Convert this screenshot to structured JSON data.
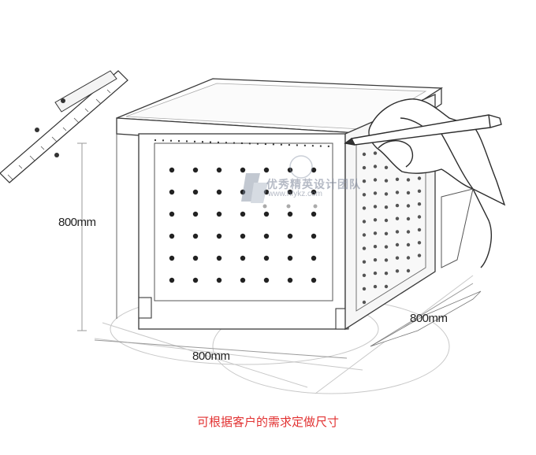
{
  "dimensions": {
    "height": "800mm",
    "depth": "800mm",
    "width": "800mm"
  },
  "watermark": {
    "text": "优秀精英设计团队",
    "url": "www.hfykz.com"
  },
  "caption": "可根据客户的需求定做尺寸",
  "colors": {
    "caption": "#e23232",
    "line": "#3a3a3a"
  }
}
